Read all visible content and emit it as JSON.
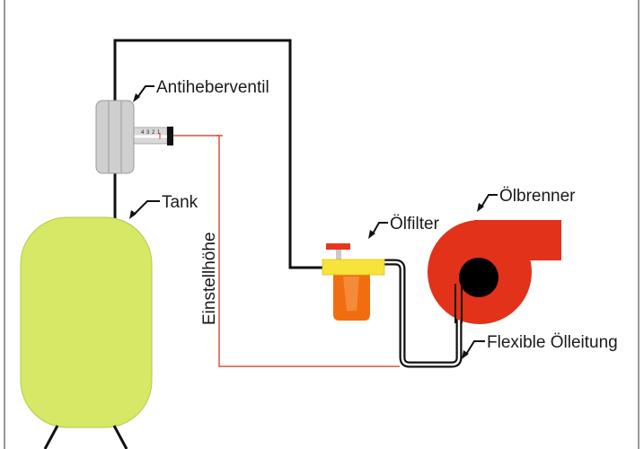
{
  "diagram": {
    "labels": {
      "valve": "Antiheberventil",
      "tank": "Tank",
      "height": "Einstellhöhe",
      "filter": "Ölfilter",
      "burner": "Ölbrenner",
      "hose": "Flexible Ölleitung"
    },
    "valve_scale": [
      "4",
      "3",
      "2",
      "1"
    ],
    "colors": {
      "tank": "#d6e865",
      "burner": "#e2321a",
      "burner_core": "#000000",
      "filter_head": "#f7e33a",
      "filter_cup": "#f26d0f",
      "filter_cap": "#e8351e",
      "valve": "#cfcfcf",
      "height_line": "#d9533f",
      "pipe": "#111111",
      "frame": "#777777"
    }
  }
}
